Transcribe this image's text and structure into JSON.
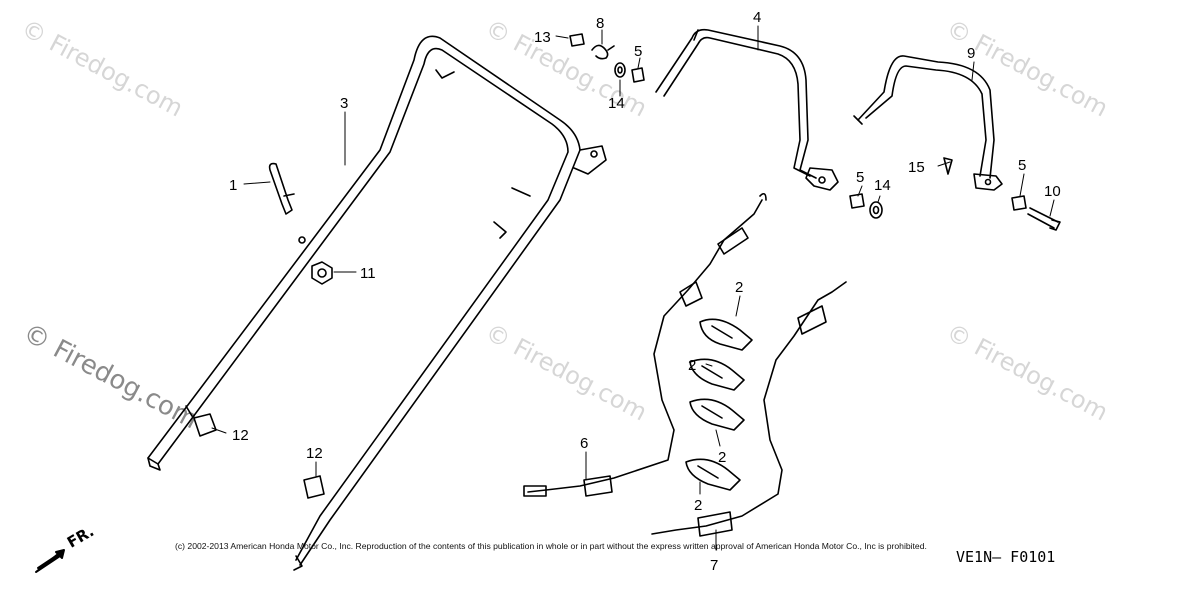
{
  "watermark": "© Firedog.com",
  "orientation_label": "FR.",
  "copyright_notice": "(c) 2002-2013 American Honda Motor Co., Inc. Reproduction of the contents of this publication in whole or in part without the express written approval of American Honda Motor Co., Inc is prohibited.",
  "diagram_code": "VE1N– F0101",
  "callouts": [
    "1",
    "2",
    "2",
    "2",
    "2",
    "3",
    "4",
    "5",
    "5",
    "5",
    "6",
    "7",
    "8",
    "9",
    "10",
    "11",
    "12",
    "12",
    "13",
    "14",
    "14",
    "15"
  ]
}
